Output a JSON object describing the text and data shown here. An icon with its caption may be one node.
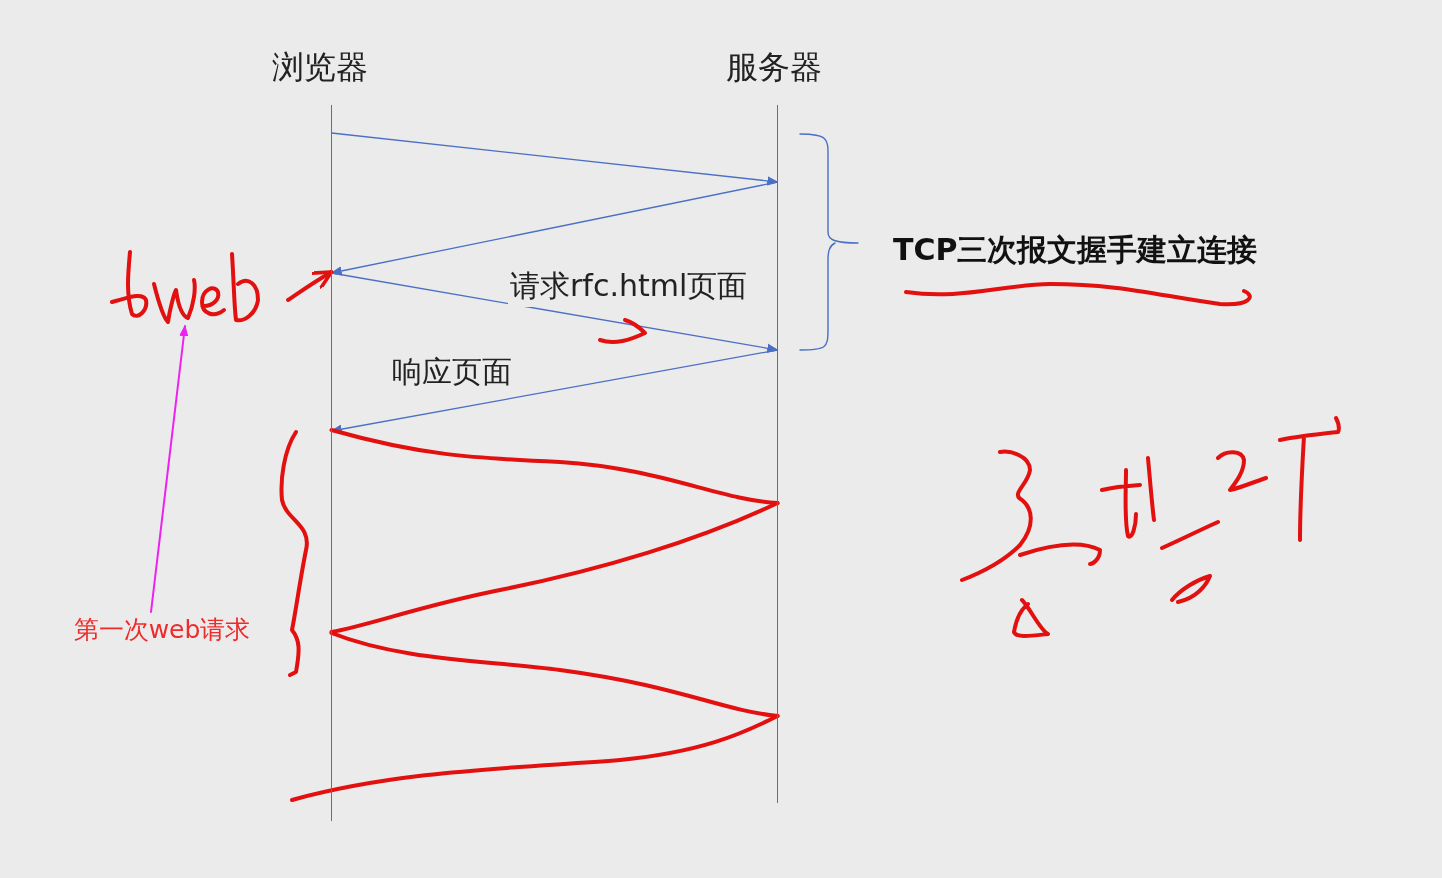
{
  "diagram": {
    "nodes": [
      {
        "text": [
          "浏览器"
        ]
      },
      {
        "text": [
          "服务器"
        ]
      },
      {
        "text": [],
        "shape": "bar"
      },
      {
        "text": [],
        "shape": "bar"
      },
      {
        "text": [
          "第一次web请求"
        ]
      },
      {
        "text": [],
        "shape": "picture"
      }
    ],
    "edges": [
      {
        "from": 2,
        "to": 3,
        "arrow": "to",
        "color": "#4a6fc4"
      },
      {
        "from": 3,
        "to": 2,
        "arrow": "to",
        "color": "#4a6fc4"
      },
      {
        "from": 2,
        "to": 3,
        "arrow": "to",
        "label": "请求rfc.html页面",
        "color": "#4a6fc4"
      },
      {
        "from": 3,
        "to": 2,
        "arrow": "to",
        "label": "响应页面",
        "color": "#4a6fc4"
      },
      {
        "from": 2,
        "to": 3,
        "arrow": "none"
      },
      {
        "from": 3,
        "to": 2,
        "arrow": "none"
      },
      {
        "from": 2,
        "to": 3,
        "arrow": "none"
      },
      {
        "from": null,
        "to": 3,
        "arrow": "none"
      },
      {
        "from": 4,
        "to": 5,
        "arrow": "to",
        "color": "#ee22ee"
      },
      {
        "from": 5,
        "to": 2,
        "arrow": "to"
      }
    ],
    "labels": [
      "TCP三次报文握手建立连接"
    ]
  }
}
